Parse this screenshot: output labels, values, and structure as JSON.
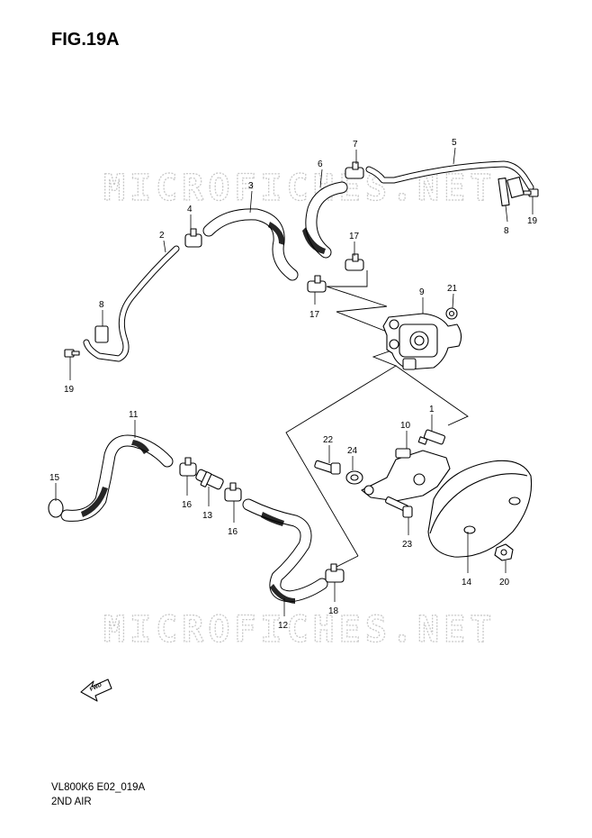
{
  "figure": {
    "title": "FIG.19A",
    "watermark": "MICROFICHES.NET",
    "code": "VL800K6 E02_019A",
    "name": "2ND AIR",
    "fwd_label": "FWD"
  },
  "callouts": [
    {
      "id": "c1",
      "label": "1"
    },
    {
      "id": "c2",
      "label": "2"
    },
    {
      "id": "c3",
      "label": "3"
    },
    {
      "id": "c4",
      "label": "4"
    },
    {
      "id": "c5",
      "label": "5"
    },
    {
      "id": "c6",
      "label": "6"
    },
    {
      "id": "c7",
      "label": "7"
    },
    {
      "id": "c8a",
      "label": "8"
    },
    {
      "id": "c8b",
      "label": "8"
    },
    {
      "id": "c9",
      "label": "9"
    },
    {
      "id": "c10",
      "label": "10"
    },
    {
      "id": "c11",
      "label": "11"
    },
    {
      "id": "c12",
      "label": "12"
    },
    {
      "id": "c13",
      "label": "13"
    },
    {
      "id": "c14",
      "label": "14"
    },
    {
      "id": "c15",
      "label": "15"
    },
    {
      "id": "c16a",
      "label": "16"
    },
    {
      "id": "c16b",
      "label": "16"
    },
    {
      "id": "c17a",
      "label": "17"
    },
    {
      "id": "c17b",
      "label": "17"
    },
    {
      "id": "c18",
      "label": "18"
    },
    {
      "id": "c19a",
      "label": "19"
    },
    {
      "id": "c19b",
      "label": "19"
    },
    {
      "id": "c20",
      "label": "20"
    },
    {
      "id": "c21",
      "label": "21"
    },
    {
      "id": "c22",
      "label": "22"
    },
    {
      "id": "c23",
      "label": "23"
    },
    {
      "id": "c24",
      "label": "24"
    }
  ]
}
